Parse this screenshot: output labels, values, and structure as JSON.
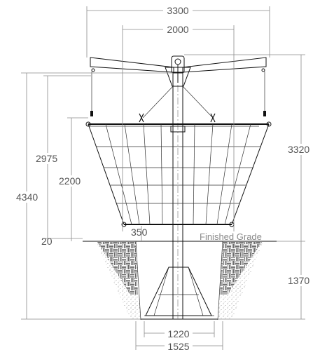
{
  "drawing": {
    "dimensions": {
      "overall_width": "3300",
      "pivot_width": "2000",
      "overall_height": "4340",
      "arm_height": "2975",
      "basket_top_height": "2200",
      "basket_bottom_clearance": "350",
      "grade_offset": "20",
      "pole_above_grade": "3320",
      "footing_depth": "1370",
      "footing_top_width": "1220",
      "footing_bottom_width": "1525"
    },
    "grade_label": "Finished Grade"
  },
  "colors": {
    "line": "#111111",
    "dimension": "#8a8a8a",
    "text": "#555555"
  }
}
